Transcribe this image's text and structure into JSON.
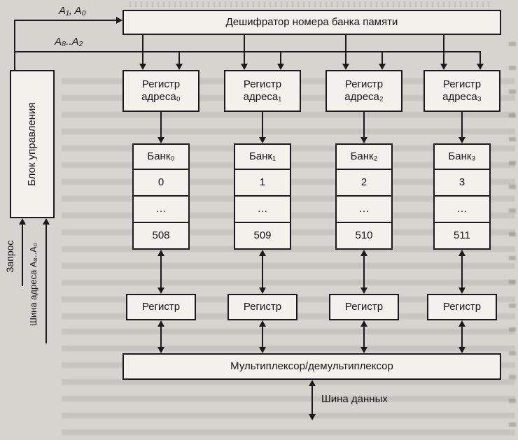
{
  "background": {
    "page_color": "#d5d4cf",
    "box_color": "#f2f1eb",
    "line_color": "#1a1a1a"
  },
  "decoder": {
    "label": "Дешифратор номера банка памяти"
  },
  "control_unit": {
    "label": "Блок управления"
  },
  "address_labels": {
    "a1a0": "A₁, A₀",
    "a8a2": "A₈..A₂"
  },
  "bottom_inputs": {
    "request": "Запрос",
    "address_bus": "Шина адреса A₈..A₀"
  },
  "register_address_boxes": [
    {
      "line1": "Регистр",
      "line2": "адреса₀"
    },
    {
      "line1": "Регистр",
      "line2": "адреса₁"
    },
    {
      "line1": "Регистр",
      "line2": "адреса₂"
    },
    {
      "line1": "Регистр",
      "line2": "адреса₃"
    }
  ],
  "banks": [
    {
      "title": "Банк₀",
      "cells": [
        "0",
        "…",
        "508"
      ]
    },
    {
      "title": "Банк₁",
      "cells": [
        "1",
        "…",
        "509"
      ]
    },
    {
      "title": "Банк₂",
      "cells": [
        "2",
        "…",
        "510"
      ]
    },
    {
      "title": "Банк₃",
      "cells": [
        "3",
        "…",
        "511"
      ]
    }
  ],
  "registers": [
    "Регистр",
    "Регистр",
    "Регистр",
    "Регистр"
  ],
  "mux": {
    "label": "Мультиплексор/демультиплексор"
  },
  "data_bus": {
    "label": "Шина данных"
  }
}
